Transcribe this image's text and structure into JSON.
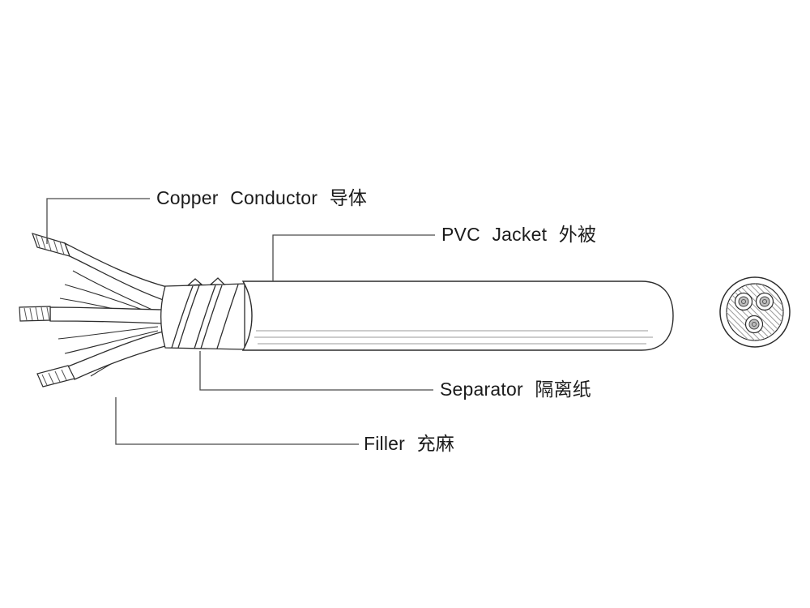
{
  "diagram": {
    "type": "cable-construction-diagram",
    "labels": {
      "copper_conductor": "Copper Conductor 导体",
      "pvc_jacket": "PVC Jacket 外被",
      "separator": "Separator 隔离纸",
      "filler": "Filler 充麻"
    },
    "colors": {
      "line": "#2d2d2d",
      "leader_line": "#4a4a4a",
      "shading": "#999999",
      "conductor_fill": "#bfbfbf",
      "background": "#ffffff"
    }
  }
}
